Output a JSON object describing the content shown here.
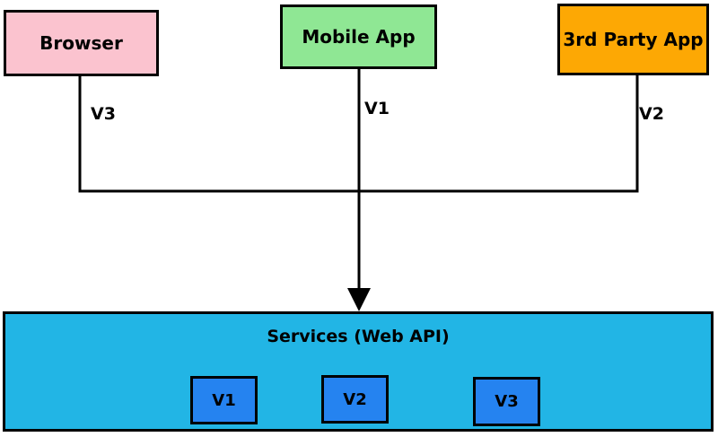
{
  "nodes": {
    "browser": {
      "label": "Browser",
      "fill": "#FBC3CF"
    },
    "mobile_app": {
      "label": "Mobile App",
      "fill": "#8FE794"
    },
    "third_party_app": {
      "label": "3rd Party App",
      "fill": "#FDA804"
    }
  },
  "edges": {
    "browser": {
      "label": "V3"
    },
    "mobile_app": {
      "label": "V1"
    },
    "third_party_app": {
      "label": "V2"
    }
  },
  "services": {
    "label": "Services (Web API)",
    "fill": "#22B5E5",
    "versions": [
      {
        "label": "V1",
        "fill": "#2583F0"
      },
      {
        "label": "V2",
        "fill": "#2583F0"
      },
      {
        "label": "V3",
        "fill": "#2583F0"
      }
    ]
  },
  "line_color": "#000000"
}
